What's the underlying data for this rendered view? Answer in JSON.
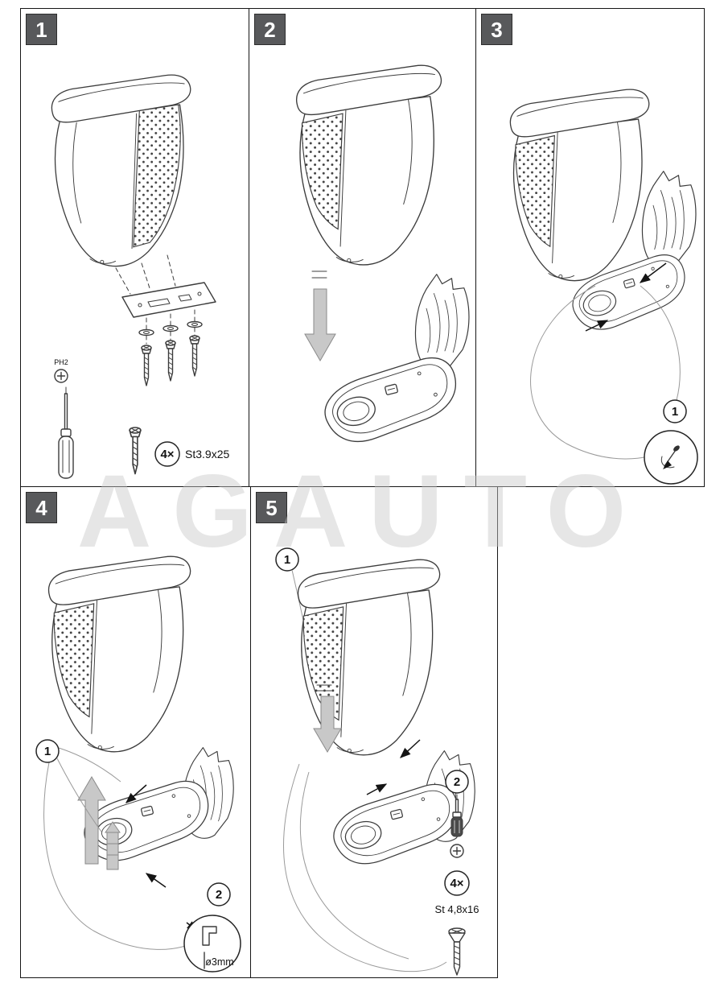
{
  "watermark": "AGAUTO",
  "panels": {
    "p1": {
      "number": "1",
      "tool_label": "PH2",
      "qty_label": "4×",
      "screw_spec": "St3.9x25"
    },
    "p2": {
      "number": "2"
    },
    "p3": {
      "number": "3",
      "callout_1": "1"
    },
    "p4": {
      "number": "4",
      "callout_1": "1",
      "callout_2": "2",
      "drill_label": "ø3mm"
    },
    "p5": {
      "number": "5",
      "callout_1": "1",
      "callout_2": "2",
      "qty_label": "4×",
      "screw_spec": "St 4,8x16"
    }
  }
}
